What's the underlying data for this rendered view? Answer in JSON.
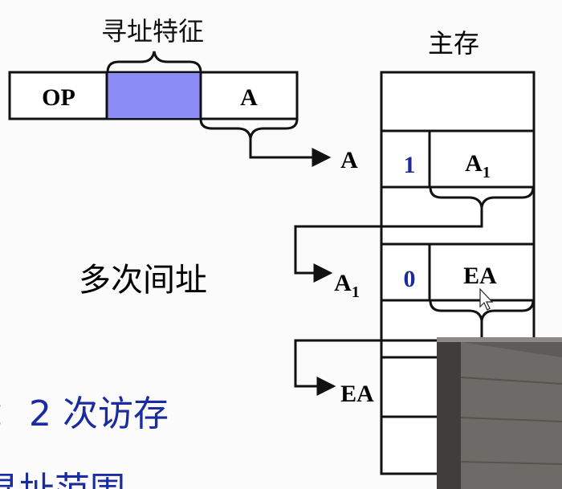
{
  "instruction": {
    "title": "寻址特征",
    "fields": {
      "op": "OP",
      "addr": "A"
    }
  },
  "memory": {
    "title": "主存",
    "rows": [
      {
        "label": "A",
        "flag": "1",
        "content": "A",
        "content_sub": "1"
      },
      {
        "label": "A",
        "label_sub": "1",
        "flag": "0",
        "content": "EA"
      },
      {
        "label": "EA"
      }
    ]
  },
  "caption": "多次间址",
  "bottom_text": {
    "text": "2 次访存",
    "left_partial": "：",
    "cut_line": "寻址范围"
  },
  "colors": {
    "highlight": "#8c8cf6",
    "flag_text": "#1c2a9a",
    "bottom_text": "#1a2ca0"
  }
}
